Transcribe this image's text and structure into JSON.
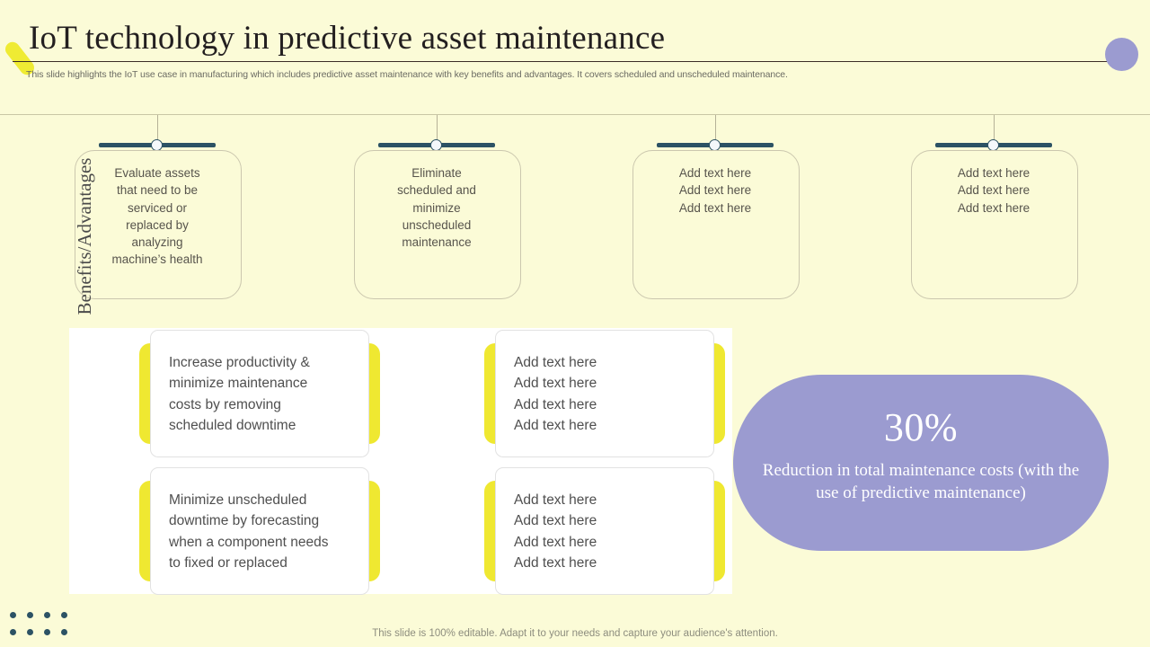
{
  "theme": {
    "background": "#fbfbd7",
    "accent_yellow": "#efe831",
    "accent_purple": "#9b9bd0",
    "accent_teal": "#2c5264",
    "title_color": "#231f20",
    "body_text": "#57544c"
  },
  "header": {
    "title": "IoT technology in predictive asset maintenance",
    "subtitle": "This slide highlights the IoT use case in manufacturing which includes predictive asset maintenance with key benefits and advantages. It covers scheduled and unscheduled maintenance."
  },
  "timeline": {
    "cards": [
      {
        "text": "Evaluate assets\nthat need to be\nserviced or\nreplaced by\nanalyzing\nmachine’s health"
      },
      {
        "text": "Eliminate\nscheduled and\nminimize\nunscheduled\nmaintenance"
      },
      {
        "text": "Add text here\nAdd text here\nAdd text here"
      },
      {
        "text": "Add text here\nAdd text here\nAdd text here"
      }
    ]
  },
  "benefits": {
    "label": "Benefits/Advantages",
    "cards": [
      {
        "text": "Increase productivity &\nminimize maintenance\ncosts by removing\nscheduled downtime"
      },
      {
        "text": "Add text here\nAdd text here\nAdd text here\nAdd text here"
      },
      {
        "text": "Minimize unscheduled\ndowntime by forecasting\nwhen a component needs\nto fixed or replaced"
      },
      {
        "text": "Add text here\nAdd text here\nAdd text here\nAdd text here"
      }
    ]
  },
  "stat": {
    "value": "30%",
    "caption": "Reduction in total maintenance costs (with the use of predictive maintenance)"
  },
  "footer": {
    "note": "This slide is 100% editable. Adapt it to your needs and capture your audience's attention."
  }
}
